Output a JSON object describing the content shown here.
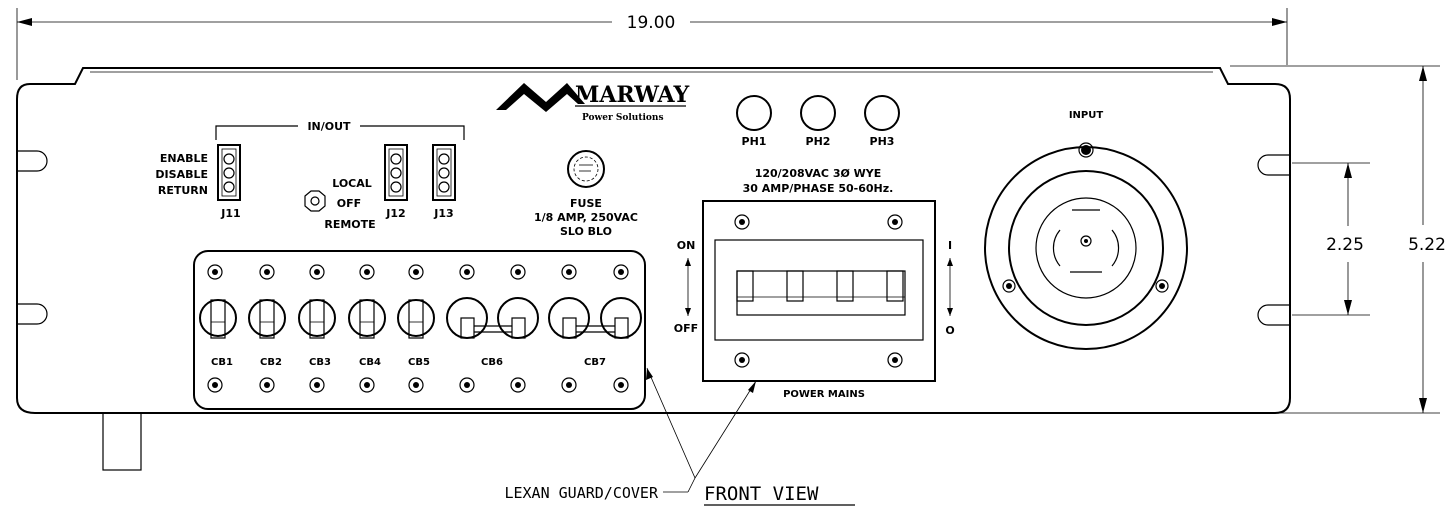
{
  "dimensions": {
    "width": "19.00",
    "height": "5.22",
    "slot_spacing": "2.25"
  },
  "brand": {
    "name": "MARWAY",
    "tagline": "Power Solutions"
  },
  "io": {
    "group_label": "IN/OUT",
    "pin_labels": [
      "ENABLE",
      "DISABLE",
      "RETURN"
    ],
    "connectors": [
      "J11",
      "J12",
      "J13"
    ],
    "switch_labels": [
      "LOCAL",
      "OFF",
      "REMOTE"
    ]
  },
  "fuse": {
    "label": "FUSE",
    "rating": "1/8 AMP, 250VAC",
    "type": "SLO BLO"
  },
  "phases": [
    "PH1",
    "PH2",
    "PH3"
  ],
  "power_spec": {
    "line1": "120/208VAC 3Ø WYE",
    "line2": "30 AMP/PHASE 50-60Hz."
  },
  "breakers": [
    "CB1",
    "CB2",
    "CB3",
    "CB4",
    "CB5",
    "CB6",
    "CB7"
  ],
  "mains": {
    "label": "POWER MAINS",
    "on": "ON",
    "off": "OFF",
    "on_symbol": "I",
    "off_symbol": "O"
  },
  "input": {
    "label": "INPUT"
  },
  "callout": {
    "note": "LEXAN GUARD/COVER",
    "view_title": "FRONT VIEW"
  }
}
